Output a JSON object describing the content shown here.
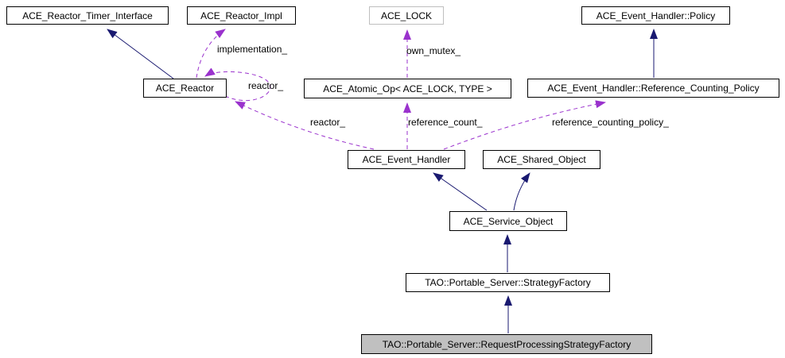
{
  "diagram": {
    "kind": "class-collaboration-graph",
    "colors": {
      "background": "#ffffff",
      "inheritance_edge": "#191970",
      "usage_edge": "#9a32cd",
      "node_border": "#000000",
      "template_param_node_border": "#bfbfbf",
      "current_node_fill": "#c0c0c0",
      "text": "#000000"
    },
    "nodes": {
      "timer": {
        "label": "ACE_Reactor_Timer_Interface"
      },
      "impl": {
        "label": "ACE_Reactor_Impl"
      },
      "lock": {
        "label": "ACE_LOCK"
      },
      "policy": {
        "label": "ACE_Event_Handler::Policy"
      },
      "reactor": {
        "label": "ACE_Reactor"
      },
      "atomic": {
        "label": "ACE_Atomic_Op< ACE_LOCK, TYPE >"
      },
      "refpol": {
        "label": "ACE_Event_Handler::Reference_Counting_Policy"
      },
      "handler": {
        "label": "ACE_Event_Handler"
      },
      "shared": {
        "label": "ACE_Shared_Object"
      },
      "service": {
        "label": "ACE_Service_Object"
      },
      "strategy": {
        "label": "TAO::Portable_Server::StrategyFactory"
      },
      "request": {
        "label": "TAO::Portable_Server::RequestProcessingStrategyFactory"
      }
    },
    "edge_labels": {
      "implementation": "implementation_",
      "own_mutex": "own_mutex_",
      "reactor_self": "reactor_",
      "reactor": "reactor_",
      "reference_count": "reference_count_",
      "reference_counting_policy": "reference_counting_policy_"
    },
    "edges": [
      {
        "from": "ACE_Reactor",
        "to": "ACE_Reactor_Timer_Interface",
        "type": "inheritance"
      },
      {
        "from": "ACE_Reactor",
        "to": "ACE_Reactor_Impl",
        "type": "usage",
        "label": "implementation_"
      },
      {
        "from": "ACE_Reactor",
        "to": "ACE_Reactor",
        "type": "usage",
        "label": "reactor_"
      },
      {
        "from": "ACE_Atomic_Op< ACE_LOCK, TYPE >",
        "to": "ACE_LOCK",
        "type": "usage",
        "label": "own_mutex_"
      },
      {
        "from": "ACE_Event_Handler::Reference_Counting_Policy",
        "to": "ACE_Event_Handler::Policy",
        "type": "inheritance"
      },
      {
        "from": "ACE_Event_Handler",
        "to": "ACE_Reactor",
        "type": "usage",
        "label": "reactor_"
      },
      {
        "from": "ACE_Event_Handler",
        "to": "ACE_Atomic_Op< ACE_LOCK, TYPE >",
        "type": "usage",
        "label": "reference_count_"
      },
      {
        "from": "ACE_Event_Handler",
        "to": "ACE_Event_Handler::Reference_Counting_Policy",
        "type": "usage",
        "label": "reference_counting_policy_"
      },
      {
        "from": "ACE_Service_Object",
        "to": "ACE_Event_Handler",
        "type": "inheritance"
      },
      {
        "from": "ACE_Service_Object",
        "to": "ACE_Shared_Object",
        "type": "inheritance"
      },
      {
        "from": "TAO::Portable_Server::StrategyFactory",
        "to": "ACE_Service_Object",
        "type": "inheritance"
      },
      {
        "from": "TAO::Portable_Server::RequestProcessingStrategyFactory",
        "to": "TAO::Portable_Server::StrategyFactory",
        "type": "inheritance"
      }
    ]
  }
}
